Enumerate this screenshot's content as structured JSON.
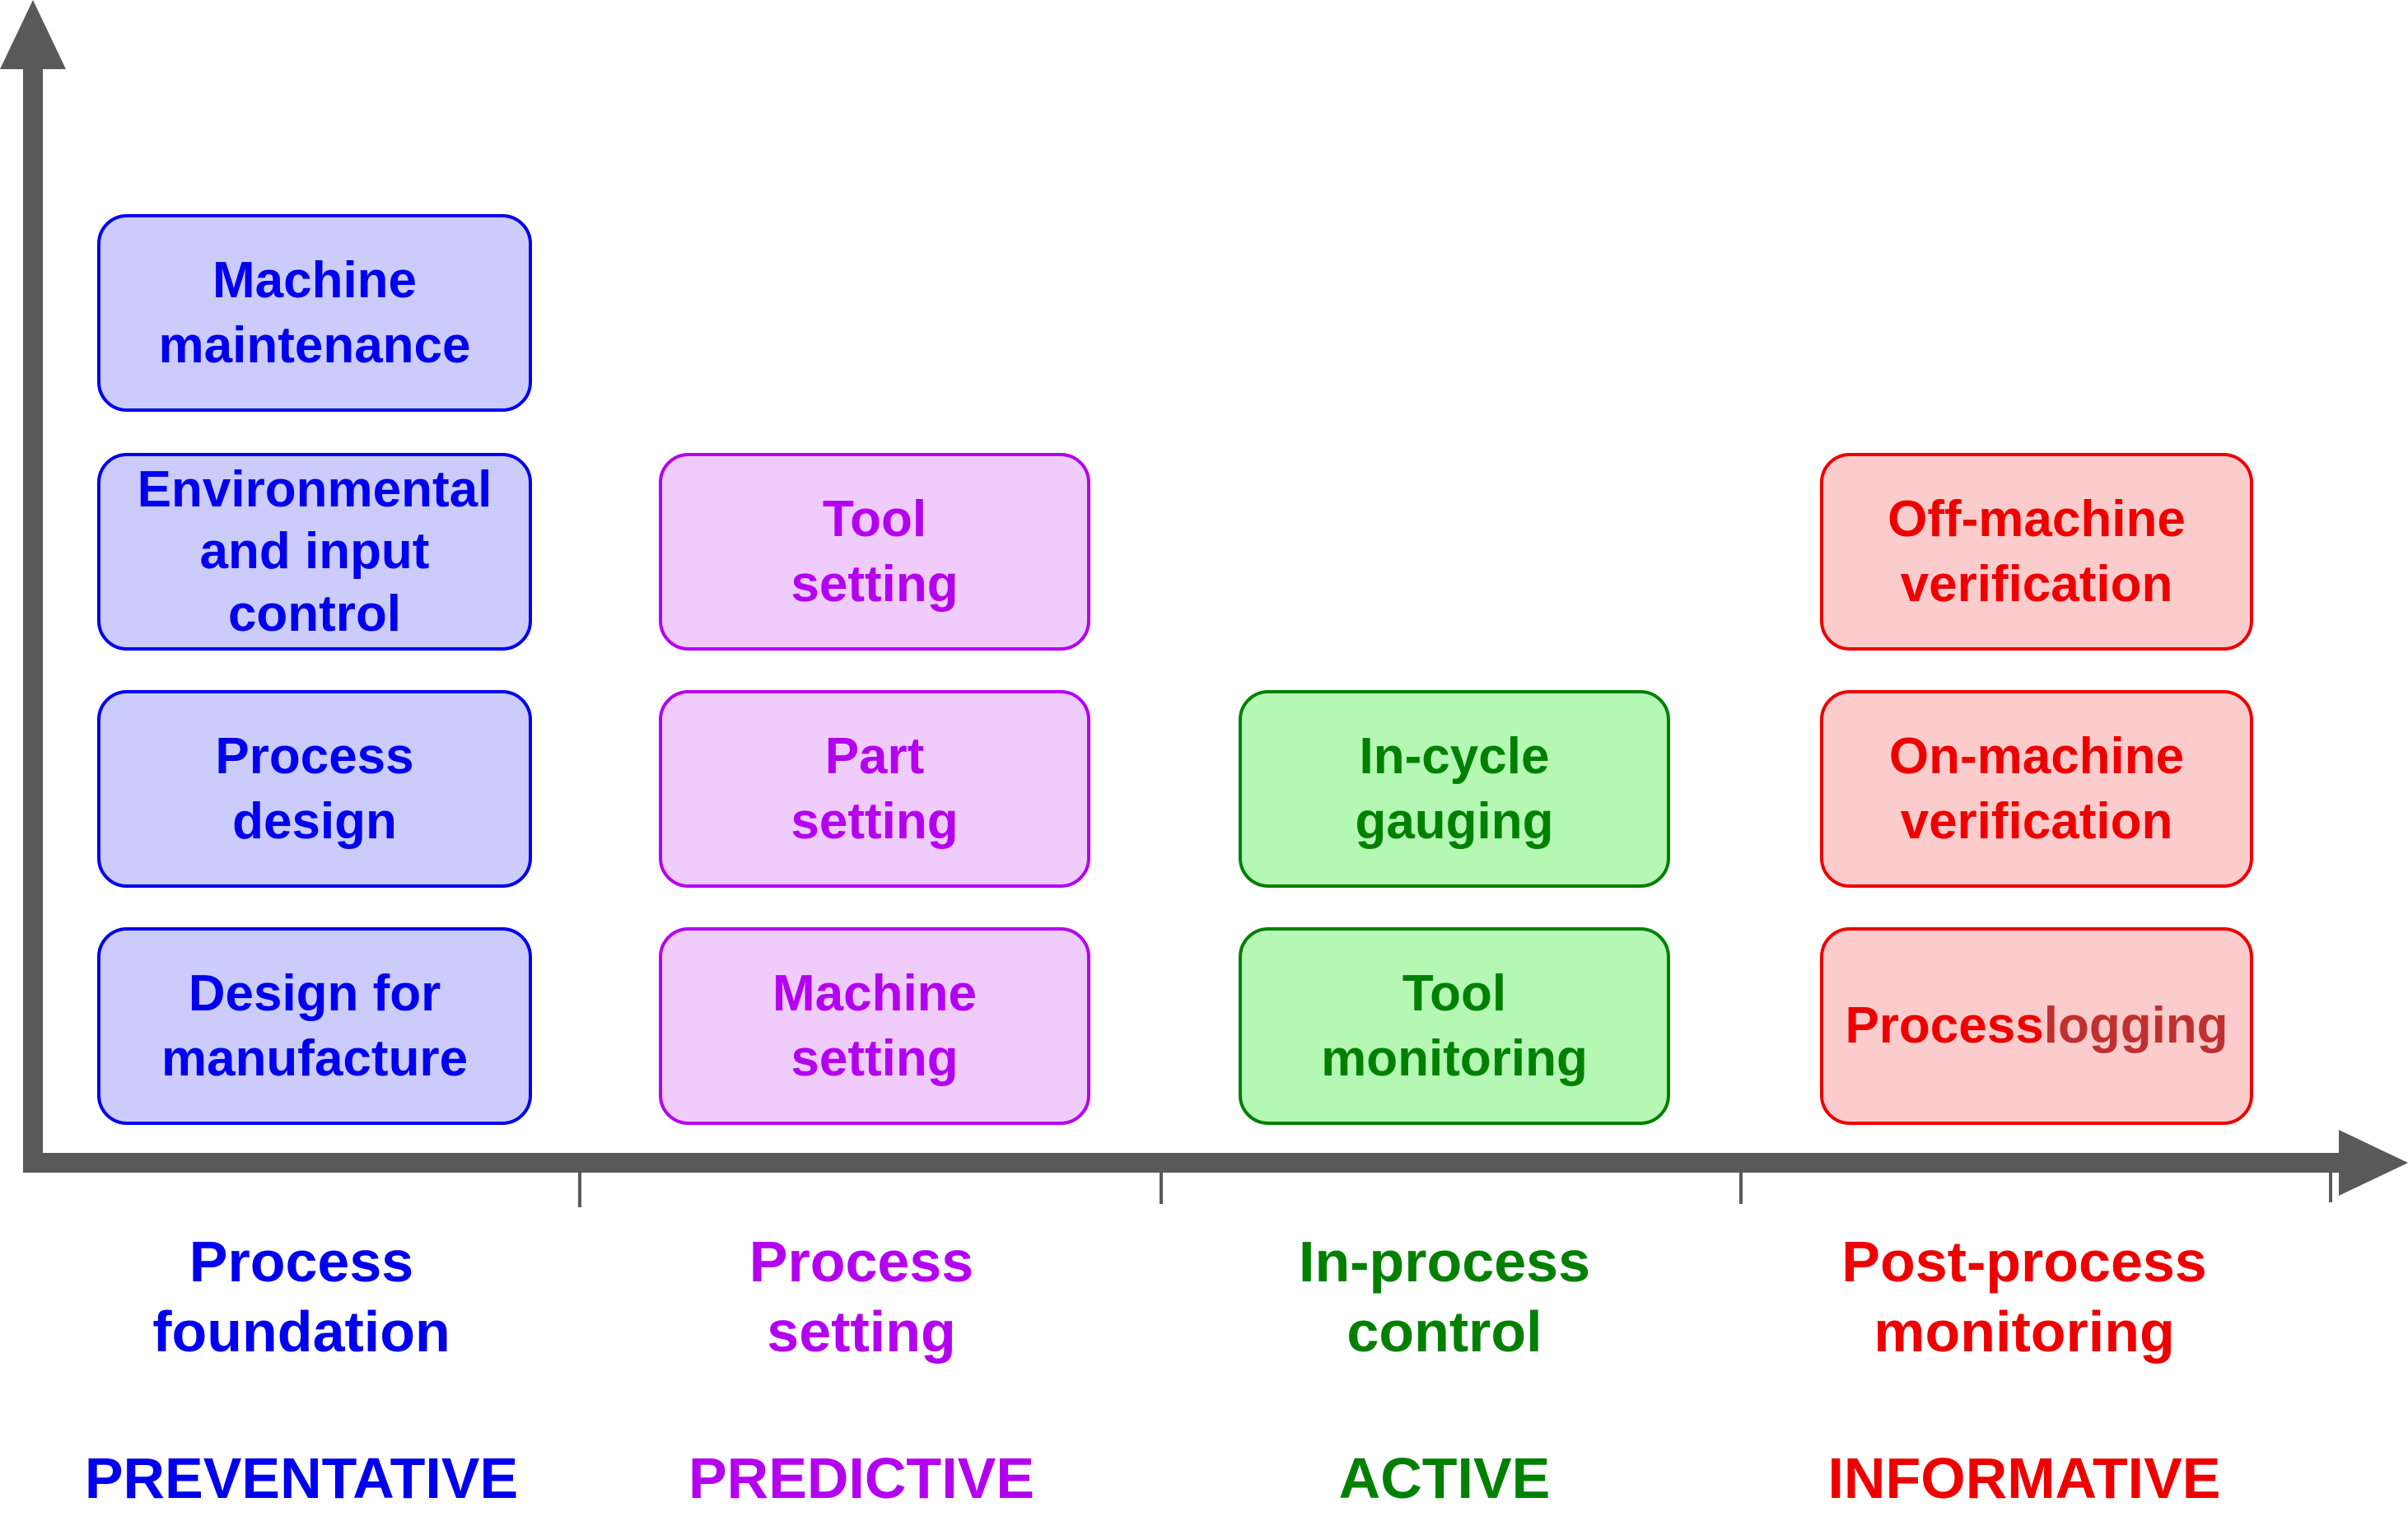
{
  "colors": {
    "axis": "#595959",
    "foundation": {
      "text": "#0000ee",
      "fill": "#ccccfc",
      "border": "#0000ee"
    },
    "setting": {
      "text": "#b400f0",
      "fill": "#f0ccfc",
      "border": "#b400f0"
    },
    "inprocess": {
      "text": "#008000",
      "fill": "#b4f8b4",
      "border": "#008000"
    },
    "postprocess": {
      "text": "#ee0000",
      "fill": "#fccccc",
      "border": "#ee0000",
      "muted_text": "#c03030"
    }
  },
  "columns": [
    {
      "category": "Process\nfoundation",
      "strategy": "PREVENTATIVE",
      "boxes": [
        {
          "label": "Machine\nmaintenance"
        },
        {
          "label": "Environmental\nand input\ncontrol"
        },
        {
          "label": "Process\ndesign"
        },
        {
          "label": "Design for\nmanufacture"
        }
      ]
    },
    {
      "category": "Process\nsetting",
      "strategy": "PREDICTIVE",
      "boxes": [
        {
          "label": "Tool\nsetting"
        },
        {
          "label": "Part\nsetting"
        },
        {
          "label": "Machine\nsetting"
        }
      ]
    },
    {
      "category": "In-process\ncontrol",
      "strategy": "ACTIVE",
      "boxes": [
        {
          "label": "In-cycle\ngauging"
        },
        {
          "label": "Tool\nmonitoring"
        }
      ]
    },
    {
      "category": "Post-process\nmonitoring",
      "strategy": "INFORMATIVE",
      "boxes": [
        {
          "label": "Off-machine\nverification"
        },
        {
          "label": "On-machine\nverification"
        },
        {
          "label": "Process\nlogging"
        }
      ]
    }
  ]
}
